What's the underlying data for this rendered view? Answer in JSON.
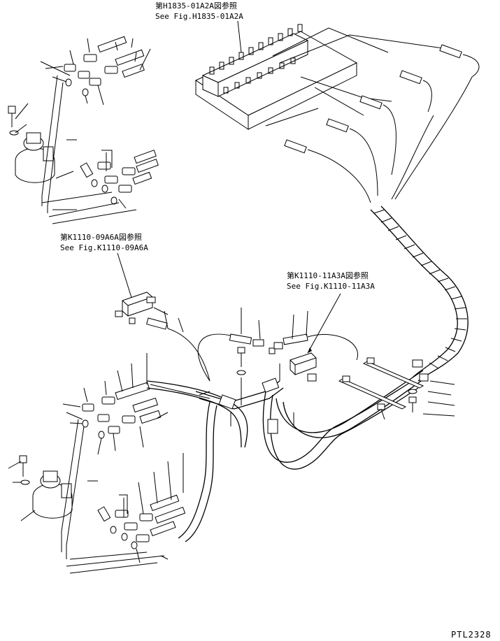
{
  "references": [
    {
      "jp": "第H1835-01A2A図参照",
      "en": "See Fig.H1835-01A2A"
    },
    {
      "jp": "第K1110-09A6A図参照",
      "en": "See Fig.K1110-09A6A"
    },
    {
      "jp": "第K1110-11A3A図参照",
      "en": "See Fig.K1110-11A3A"
    }
  ],
  "drawing_code": "PTL2328"
}
